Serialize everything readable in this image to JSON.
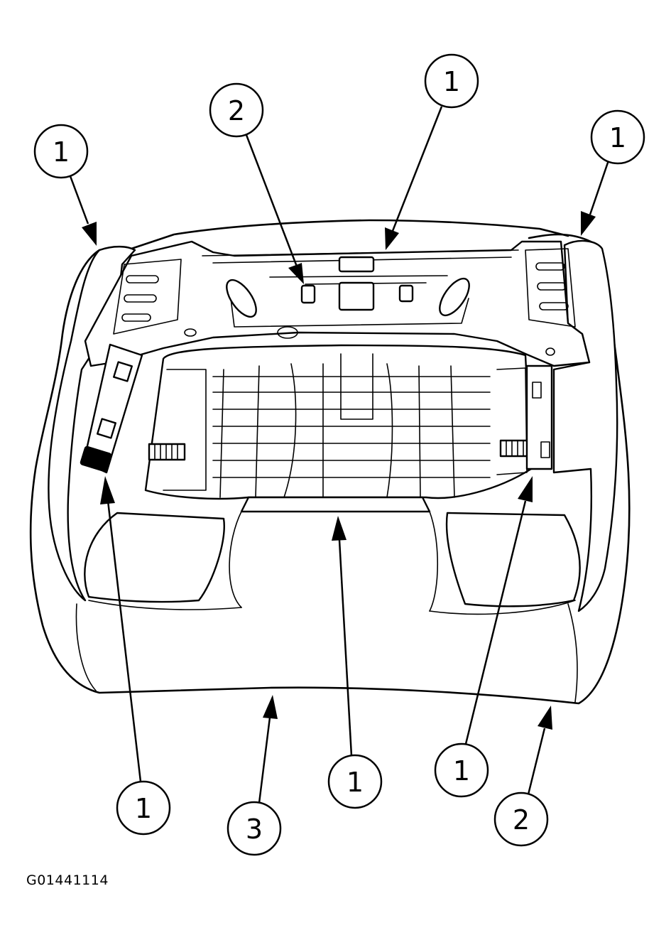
{
  "figure_id": "G01441114",
  "callouts": [
    {
      "id": "c1",
      "label": "1"
    },
    {
      "id": "c2",
      "label": "2"
    },
    {
      "id": "c3",
      "label": "1"
    },
    {
      "id": "c4",
      "label": "1"
    },
    {
      "id": "c5",
      "label": "1"
    },
    {
      "id": "c6",
      "label": "3"
    },
    {
      "id": "c7",
      "label": "1"
    },
    {
      "id": "c8",
      "label": "1"
    },
    {
      "id": "c9",
      "label": "2"
    }
  ]
}
